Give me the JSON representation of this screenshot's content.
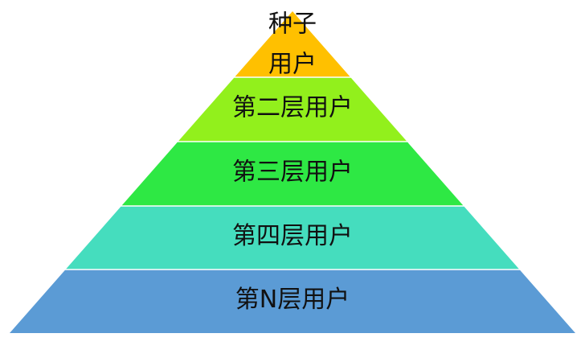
{
  "pyramid": {
    "tiers": [
      {
        "label_lines": [
          "种子",
          "用户"
        ],
        "color": "#FFC000"
      },
      {
        "label_lines": [
          "第二层用户"
        ],
        "color": "#92F01C"
      },
      {
        "label_lines": [
          "第三层用户"
        ],
        "color": "#2EE844"
      },
      {
        "label_lines": [
          "第四层用户"
        ],
        "color": "#45DDBE"
      },
      {
        "label_lines": [
          "第N层用户"
        ],
        "color": "#5B9BD5"
      }
    ]
  }
}
